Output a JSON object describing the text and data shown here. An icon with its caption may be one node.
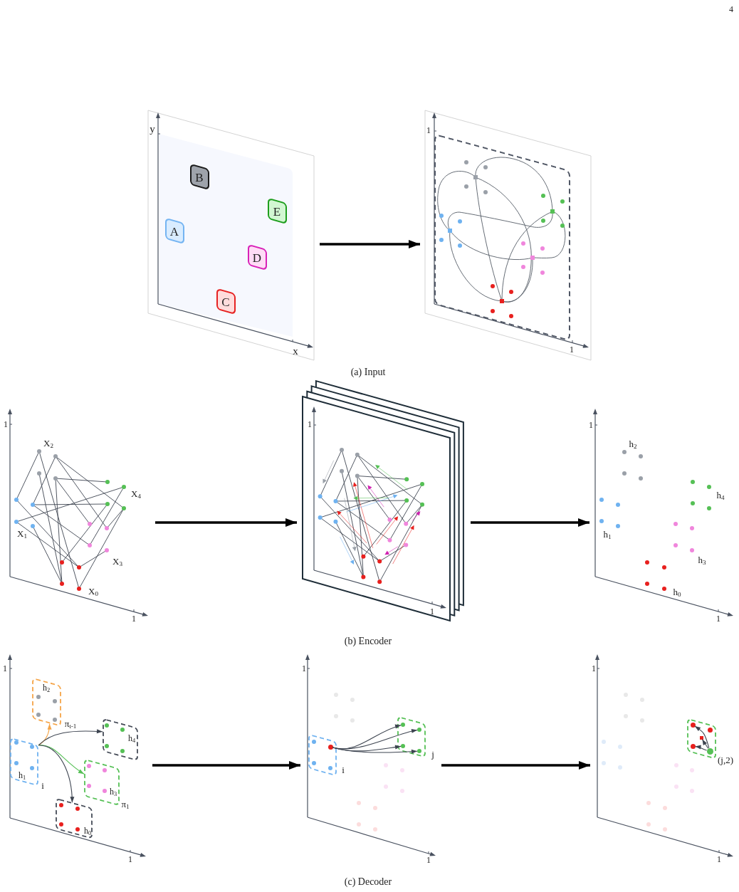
{
  "diagram": {
    "nodes": [
      {
        "text": [],
        "shape": "picture"
      },
      {
        "text": [
          "B"
        ],
        "in": 0
      },
      {
        "text": [
          "E"
        ],
        "in": 0
      },
      {
        "text": [
          "A"
        ],
        "in": 0
      },
      {
        "text": [
          "D"
        ],
        "in": 0
      },
      {
        "text": [
          "C"
        ],
        "in": 0
      },
      {
        "text": [],
        "shape": "picture"
      },
      {
        "text": [],
        "shape": "picture"
      },
      {
        "text": [],
        "shape": "picture"
      },
      {
        "text": [],
        "shape": "picture"
      },
      {
        "text": [],
        "shape": "picture"
      },
      {
        "text": [
          "h$_{2}$"
        ],
        "in": 10,
        "beside": [
          "π$_{t-1}$"
        ]
      },
      {
        "text": [
          "h$_{4}$"
        ],
        "in": 10
      },
      {
        "text": [
          "h$_{1}$"
        ],
        "in": 10,
        "beside": [
          "i"
        ]
      },
      {
        "text": [
          "h$_{3}$"
        ],
        "in": 10,
        "beside": [
          "π$_{1}$"
        ]
      },
      {
        "text": [
          "h$_{0}$"
        ],
        "in": 10
      },
      {
        "text": [],
        "shape": "picture"
      },
      {
        "text": [],
        "shape": "box",
        "in": 16,
        "beside": [
          "i"
        ]
      },
      {
        "text": [],
        "shape": "circle",
        "in": 17
      },
      {
        "text": [],
        "shape": "box",
        "in": 16,
        "beside": [
          "j"
        ]
      },
      {
        "text": [],
        "shape": "circle",
        "in": 19
      },
      {
        "text": [],
        "shape": "circle",
        "in": 19
      },
      {
        "text": [],
        "shape": "circle",
        "in": 19
      },
      {
        "text": [],
        "shape": "circle",
        "in": 19
      },
      {
        "text": [],
        "shape": "picture"
      },
      {
        "text": [],
        "shape": "box",
        "in": 24
      },
      {
        "text": [],
        "shape": "circle",
        "in": 25
      },
      {
        "text": [],
        "shape": "circle",
        "in": 25
      },
      {
        "text": [],
        "shape": "box",
        "in": 25
      },
      {
        "text": [],
        "shape": "circle",
        "in": 25
      },
      {
        "text": [],
        "shape": "circle",
        "in": 25,
        "beside": [
          "(j,2)"
        ]
      }
    ],
    "edges": [
      {
        "from": 0,
        "to": 6,
        "arrow": "to",
        "style": "thick",
        "color": "#000000"
      },
      {
        "from": 7,
        "to": 8,
        "arrow": "to",
        "style": "thick",
        "color": "#000000"
      },
      {
        "from": 8,
        "to": 9,
        "arrow": "to",
        "style": "thick",
        "color": "#000000"
      },
      {
        "from": 10,
        "to": 16,
        "arrow": "to",
        "style": "thick",
        "color": "#000000"
      },
      {
        "from": 16,
        "to": 24,
        "arrow": "to",
        "style": "thick",
        "color": "#000000"
      },
      {
        "from": 13,
        "to": 11,
        "arrow": "to",
        "color": "#f5a447"
      },
      {
        "from": 13,
        "to": 12,
        "arrow": "to"
      },
      {
        "from": 13,
        "to": 14,
        "arrow": "to",
        "color": "#55c055"
      },
      {
        "from": 13,
        "to": 15,
        "arrow": "to"
      },
      {
        "from": 18,
        "to": 20,
        "arrow": "to"
      },
      {
        "from": 18,
        "to": 21,
        "arrow": "to"
      },
      {
        "from": 18,
        "to": 22,
        "arrow": "to"
      },
      {
        "from": 18,
        "to": 23,
        "arrow": "to"
      },
      {
        "from": 30,
        "to": 26,
        "arrow": "to"
      },
      {
        "from": 30,
        "to": 28,
        "arrow": "to"
      },
      {
        "from": 30,
        "to": 29,
        "arrow": "to"
      }
    ],
    "labels": [
      "4",
      "y",
      "x",
      "1",
      "1",
      "(a) Input",
      "1",
      "X$_{2}$",
      "X$_{4}$",
      "X$_{1}$",
      "X$_{3}$",
      "X$_{0}$",
      "1",
      "1",
      "1",
      "1",
      "h$_{2}$",
      "h$_{4}$",
      "h$_{1}$",
      "h$_{3}$",
      "h$_{0}$",
      "1",
      "(b) Encoder",
      "1",
      "1",
      "1",
      "1",
      "1",
      "1",
      "(c) Decoder"
    ]
  }
}
